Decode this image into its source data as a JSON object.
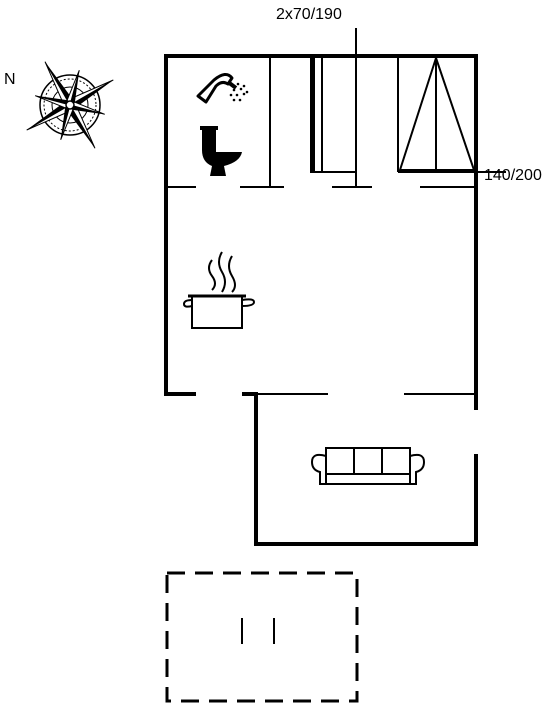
{
  "compass": {
    "north_label": "N"
  },
  "beds": {
    "bunk_label": "2x70/190",
    "double_label": "140/200"
  }
}
